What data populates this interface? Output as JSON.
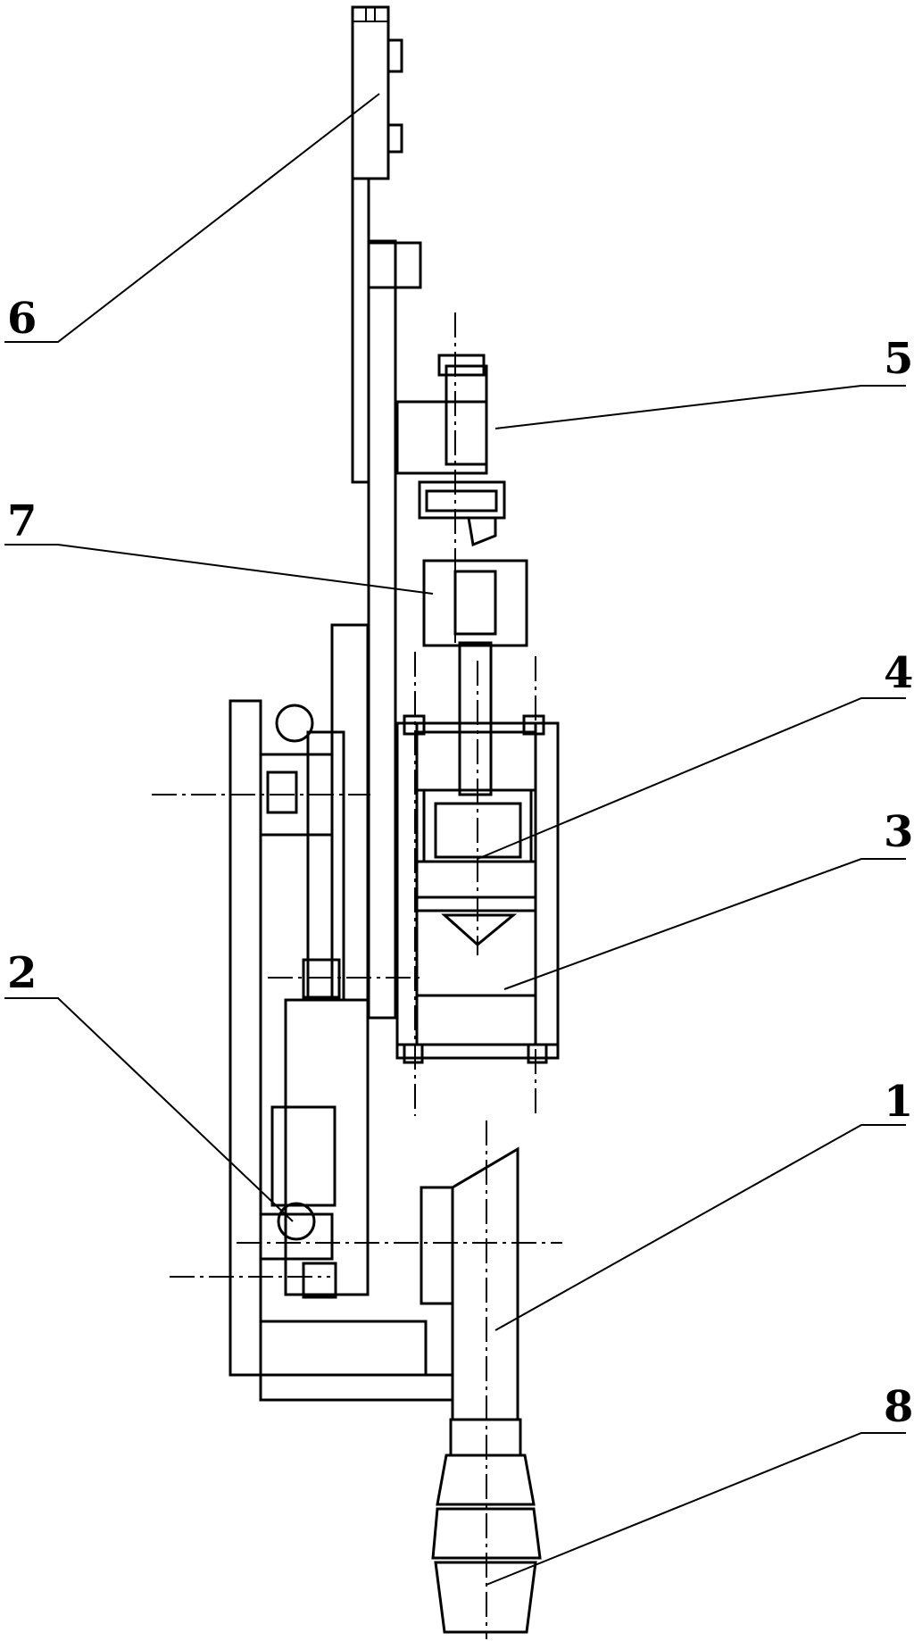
{
  "colors": {
    "line": "#000000",
    "background": "#ffffff"
  },
  "labels": [
    {
      "id": "1",
      "text": "1"
    },
    {
      "id": "2",
      "text": "2"
    },
    {
      "id": "3",
      "text": "3"
    },
    {
      "id": "4",
      "text": "4"
    },
    {
      "id": "5",
      "text": "5"
    },
    {
      "id": "6",
      "text": "6"
    },
    {
      "id": "7",
      "text": "7"
    },
    {
      "id": "8",
      "text": "8"
    }
  ]
}
